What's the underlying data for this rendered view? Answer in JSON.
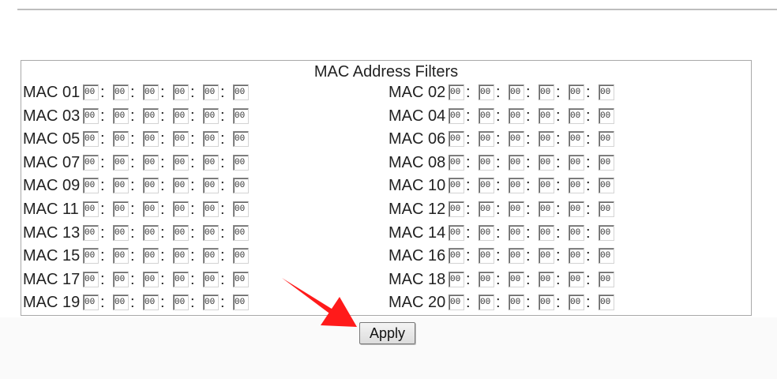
{
  "filters": {
    "title": "MAC Address Filters",
    "separator": ":",
    "macs": [
      {
        "label": "MAC 01",
        "octets": [
          "00",
          "00",
          "00",
          "00",
          "00",
          "00"
        ]
      },
      {
        "label": "MAC 02",
        "octets": [
          "00",
          "00",
          "00",
          "00",
          "00",
          "00"
        ]
      },
      {
        "label": "MAC 03",
        "octets": [
          "00",
          "00",
          "00",
          "00",
          "00",
          "00"
        ]
      },
      {
        "label": "MAC 04",
        "octets": [
          "00",
          "00",
          "00",
          "00",
          "00",
          "00"
        ]
      },
      {
        "label": "MAC 05",
        "octets": [
          "00",
          "00",
          "00",
          "00",
          "00",
          "00"
        ]
      },
      {
        "label": "MAC 06",
        "octets": [
          "00",
          "00",
          "00",
          "00",
          "00",
          "00"
        ]
      },
      {
        "label": "MAC 07",
        "octets": [
          "00",
          "00",
          "00",
          "00",
          "00",
          "00"
        ]
      },
      {
        "label": "MAC 08",
        "octets": [
          "00",
          "00",
          "00",
          "00",
          "00",
          "00"
        ]
      },
      {
        "label": "MAC 09",
        "octets": [
          "00",
          "00",
          "00",
          "00",
          "00",
          "00"
        ]
      },
      {
        "label": "MAC 10",
        "octets": [
          "00",
          "00",
          "00",
          "00",
          "00",
          "00"
        ]
      },
      {
        "label": "MAC 11",
        "octets": [
          "00",
          "00",
          "00",
          "00",
          "00",
          "00"
        ]
      },
      {
        "label": "MAC 12",
        "octets": [
          "00",
          "00",
          "00",
          "00",
          "00",
          "00"
        ]
      },
      {
        "label": "MAC 13",
        "octets": [
          "00",
          "00",
          "00",
          "00",
          "00",
          "00"
        ]
      },
      {
        "label": "MAC 14",
        "octets": [
          "00",
          "00",
          "00",
          "00",
          "00",
          "00"
        ]
      },
      {
        "label": "MAC 15",
        "octets": [
          "00",
          "00",
          "00",
          "00",
          "00",
          "00"
        ]
      },
      {
        "label": "MAC 16",
        "octets": [
          "00",
          "00",
          "00",
          "00",
          "00",
          "00"
        ]
      },
      {
        "label": "MAC 17",
        "octets": [
          "00",
          "00",
          "00",
          "00",
          "00",
          "00"
        ]
      },
      {
        "label": "MAC 18",
        "octets": [
          "00",
          "00",
          "00",
          "00",
          "00",
          "00"
        ]
      },
      {
        "label": "MAC 19",
        "octets": [
          "00",
          "00",
          "00",
          "00",
          "00",
          "00"
        ]
      },
      {
        "label": "MAC 20",
        "octets": [
          "00",
          "00",
          "00",
          "00",
          "00",
          "00"
        ]
      }
    ]
  },
  "actions": {
    "apply_label": "Apply"
  },
  "annotation": {
    "arrow_icon": "arrow-pointer-icon",
    "arrow_color": "#ff1a1a"
  },
  "colors": {
    "text": "#222222",
    "border": "#a9a9a9"
  }
}
